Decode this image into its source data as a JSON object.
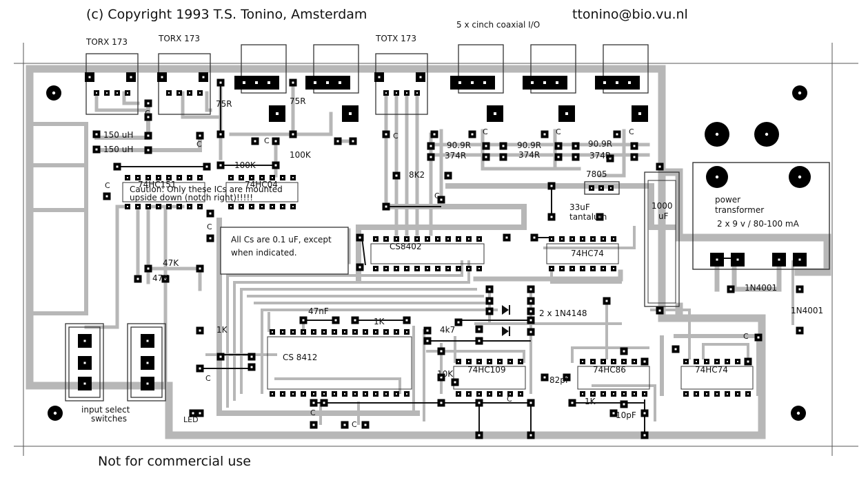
{
  "header": {
    "copyright": "(c) Copyright 1993  T.S. Tonino, Amsterdam",
    "email": "ttonino@bio.vu.nl",
    "io_note": "5 x cinch coaxial I/O"
  },
  "footer": {
    "notice": "Not for commercial use"
  },
  "connectors": {
    "torx_a": "TORX 173",
    "torx_b": "TORX 173",
    "totx": "TOTX 173"
  },
  "ic_labels": {
    "u_74hc151": "74HC151",
    "u_74hc04": "74HC04",
    "u_cs8402": "CS8402",
    "u_74hc74_top": "74HC74",
    "u_cs8412": "CS 8412",
    "u_74hc109": "74HC109",
    "u_74hc86": "74HC86",
    "u_74hc74_bottom": "74HC74",
    "u_7805": "7805"
  },
  "component_labels": {
    "ind_1": "150 uH",
    "ind_2": "150 uH",
    "r_75_a": "75R",
    "r_75_b": "75R",
    "r_100k_a": "100K",
    "r_100k_b": "100K",
    "r_8k2": "8K2",
    "r_909_a": "90.9R",
    "r_909_b": "90.9R",
    "r_909_c": "90.9R",
    "r_374_a": "374R",
    "r_374_b": "374R",
    "r_374_c": "374R",
    "r_47k_a": "47K",
    "r_47k_b": "47K",
    "r_1k_a": "1K",
    "r_1k_b": "1K",
    "r_1k_c": "1K",
    "r_4k7": "4k7",
    "r_10k": "10K",
    "c_47nf": "47nF",
    "c_82pf": "82pf",
    "c_10pf": "10pF",
    "c_33uf_a": "33uF",
    "c_33uf_b": "tantalum",
    "c_1000_a": "1000",
    "c_1000_b": "uF",
    "d_4148": "2 x 1N4148",
    "d_4001_a": "1N4001",
    "d_4001_b": "1N4001",
    "led": "LED",
    "cap_c": "C"
  },
  "notes": {
    "caution_1": "Caution: Only these ICs are mounted",
    "caution_2": "upside down (notch right)!!!!!",
    "caps_1": "All Cs are 0.1 uF, except",
    "caps_2": "when indicated.",
    "switches_1": "input select",
    "switches_2": "switches",
    "transformer_1": "power",
    "transformer_2": "transformer",
    "transformer_3": "2 x 9 v / 80-100 mA"
  },
  "colors": {
    "trace": "#b7b7b7",
    "pad": "#000000",
    "background": "#ffffff"
  }
}
